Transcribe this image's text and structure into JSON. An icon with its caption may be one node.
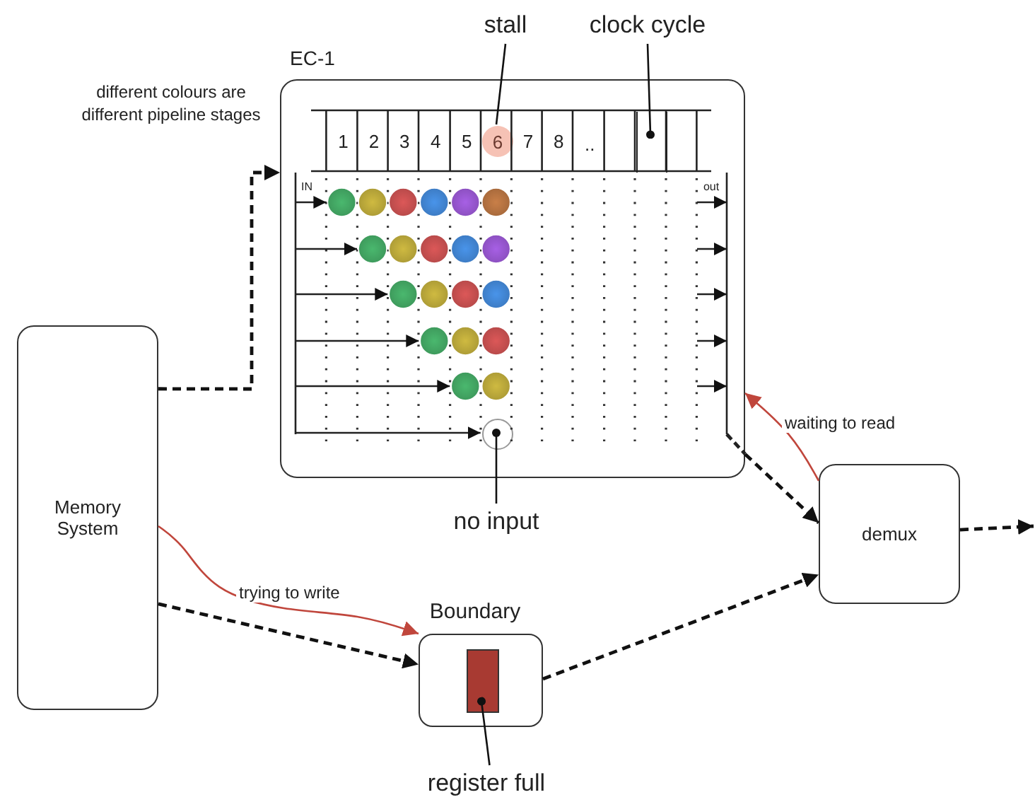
{
  "diagram": {
    "nodes": [
      {
        "text": [
          "Memory System"
        ]
      },
      {
        "text": [
          "EC-1"
        ]
      },
      {
        "text": [
          "6"
        ],
        "in": 1
      },
      {
        "text": [],
        "shape": "box",
        "in": 1
      },
      {
        "text": [],
        "shape": "circle",
        "in": 1
      },
      {
        "text": [
          "demux"
        ]
      },
      {
        "text": [
          "Boundary"
        ]
      },
      {
        "text": [],
        "shape": "bar",
        "in": 6
      },
      {
        "text": [
          "stall"
        ]
      },
      {
        "text": [
          "clock cycle"
        ]
      },
      {
        "text": [
          "no input"
        ]
      },
      {
        "text": [
          "register full"
        ]
      }
    ],
    "edges": [
      {
        "from": 0,
        "to": 1,
        "arrow": "to",
        "style": "dashed"
      },
      {
        "from": 1,
        "to": 5,
        "arrow": "to",
        "style": "dashed"
      },
      {
        "from": 0,
        "to": 6,
        "arrow": "to",
        "style": "dashed"
      },
      {
        "from": 6,
        "to": 5,
        "arrow": "to",
        "style": "dashed"
      },
      {
        "from": 5,
        "to": null,
        "arrow": "to",
        "style": "dashed"
      },
      {
        "from": 0,
        "to": 6,
        "arrow": "to",
        "label": "trying to write",
        "color": "#c0463c"
      },
      {
        "from": 5,
        "to": 1,
        "arrow": "to",
        "label": "waiting to read",
        "color": "#c0463c"
      },
      {
        "from": 8,
        "to": 2,
        "arrow": "none"
      },
      {
        "from": 9,
        "to": 3,
        "arrow": "other"
      },
      {
        "from": 10,
        "to": 4,
        "arrow": "other"
      },
      {
        "from": 11,
        "to": 7,
        "arrow": "other"
      }
    ],
    "labels": [
      "different colours are different pipeline stages",
      "1",
      "2",
      "3",
      "4",
      "5",
      "7",
      "8",
      "..",
      "IN",
      "out"
    ]
  }
}
